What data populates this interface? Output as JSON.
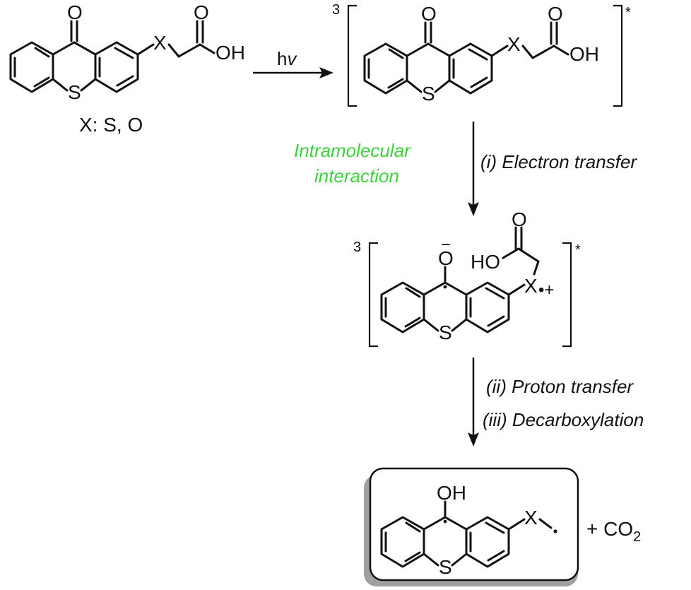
{
  "atoms": {
    "O": "O",
    "S": "S",
    "X": "X",
    "OH": "OH",
    "HO": "HO"
  },
  "reactant": {
    "substituent_label": "X: S, O"
  },
  "step1": {
    "reagent": "hv"
  },
  "excited_state": {
    "multiplicity": "3",
    "star": "*"
  },
  "annotation": {
    "line1": "Intramolecular",
    "line2": "interaction",
    "color": "#3fd13f"
  },
  "step2": {
    "label": "(i) Electron transfer"
  },
  "radical_ion_pair": {
    "multiplicity": "3",
    "star": "*",
    "charge_minus": "−",
    "charge_plus": "•+"
  },
  "step3": {
    "label_a": "(ii) Proton transfer",
    "label_b": "(iii) Decarboxylation"
  },
  "product": {
    "byproduct": "+ CO",
    "byproduct_sub": "2"
  }
}
